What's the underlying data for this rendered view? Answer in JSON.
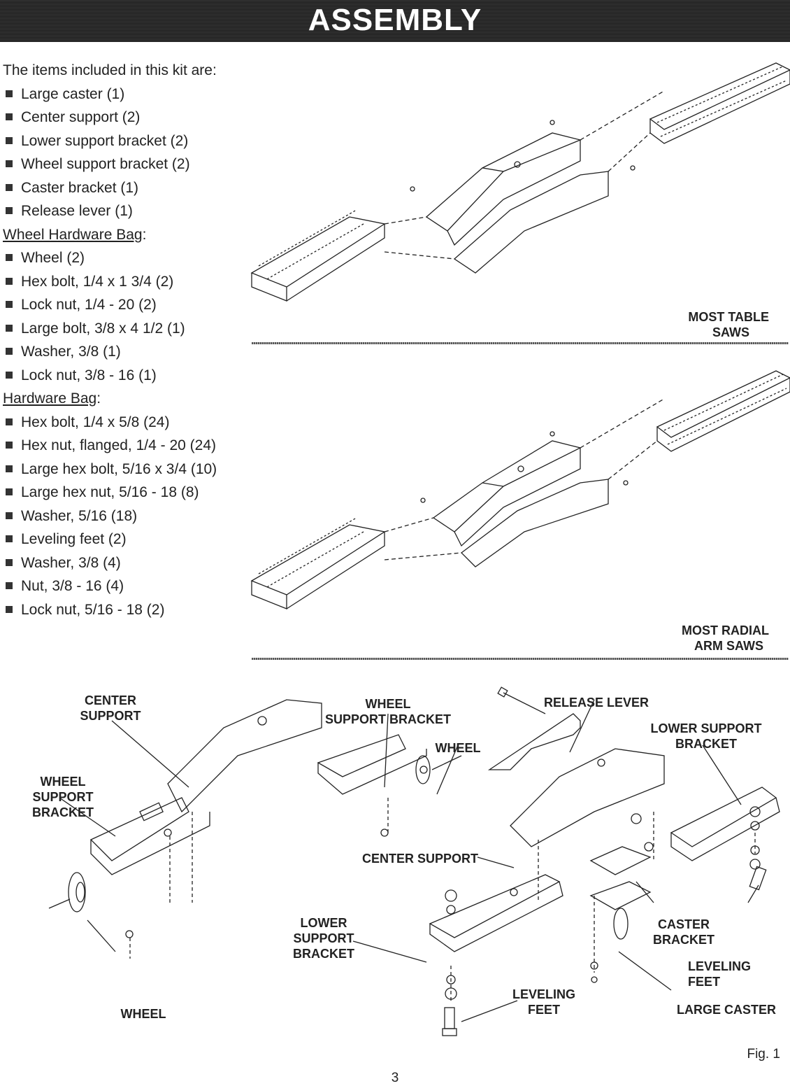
{
  "banner": {
    "title": "ASSEMBLY"
  },
  "kit": {
    "intro": "The items included in this kit are:",
    "items": [
      "Large caster (1)",
      "Center support (2)",
      "Lower support bracket (2)",
      "Wheel support bracket (2)",
      "Caster bracket (1)",
      "Release lever (1)"
    ],
    "wheel_bag_title": "Wheel Hardware Bag",
    "wheel_bag_items": [
      "Wheel (2)",
      "Hex bolt, 1/4 x 1 3/4 (2)",
      "Lock nut, 1/4 - 20 (2)",
      "Large bolt, 3/8 x 4 1/2 (1)",
      "Washer, 3/8 (1)",
      "Lock nut, 3/8 - 16 (1)"
    ],
    "hardware_bag_title": "Hardware Bag",
    "hardware_bag_items": [
      "Hex bolt, 1/4 x 5/8 (24)",
      "Hex nut, flanged, 1/4 - 20 (24)",
      "Large hex bolt, 5/16 x 3/4 (10)",
      "Large hex nut, 5/16 - 18 (8)",
      "Washer, 5/16 (18)",
      "Leveling feet (2)",
      "Washer, 3/8 (4)",
      "Nut, 3/8 - 16 (4)",
      "Lock nut, 5/16 - 18 (2)"
    ]
  },
  "diagrams": {
    "table_saws_l1": "MOST TABLE",
    "table_saws_l2": "SAWS",
    "radial_l1": "MOST RADIAL",
    "radial_l2": "ARM SAWS"
  },
  "labels": {
    "center_support_l1": "CENTER",
    "center_support_l2": "SUPPORT",
    "wheel_support_bracket_top_l1": "WHEEL",
    "wheel_support_bracket_top_l2": "SUPPORT BRACKET",
    "wheel_top": "WHEEL",
    "release_lever": "RELEASE LEVER",
    "lower_support_bracket_right_l1": "LOWER SUPPORT",
    "lower_support_bracket_right_l2": "BRACKET",
    "wheel_support_bracket_left_l1": "WHEEL",
    "wheel_support_bracket_left_l2": "SUPPORT",
    "wheel_support_bracket_left_l3": "BRACKET",
    "center_support_mid": "CENTER SUPPORT",
    "lower_support_bracket_left_l1": "LOWER",
    "lower_support_bracket_left_l2": "SUPPORT",
    "lower_support_bracket_left_l3": "BRACKET",
    "caster_bracket_l1": "CASTER",
    "caster_bracket_l2": "BRACKET",
    "leveling_feet_right": "LEVELING FEET",
    "leveling_feet_mid_l1": "LEVELING",
    "leveling_feet_mid_l2": "FEET",
    "large_caster": "LARGE CASTER",
    "wheel_bottom": "WHEEL"
  },
  "footer": {
    "figure": "Fig. 1",
    "page": "3"
  }
}
